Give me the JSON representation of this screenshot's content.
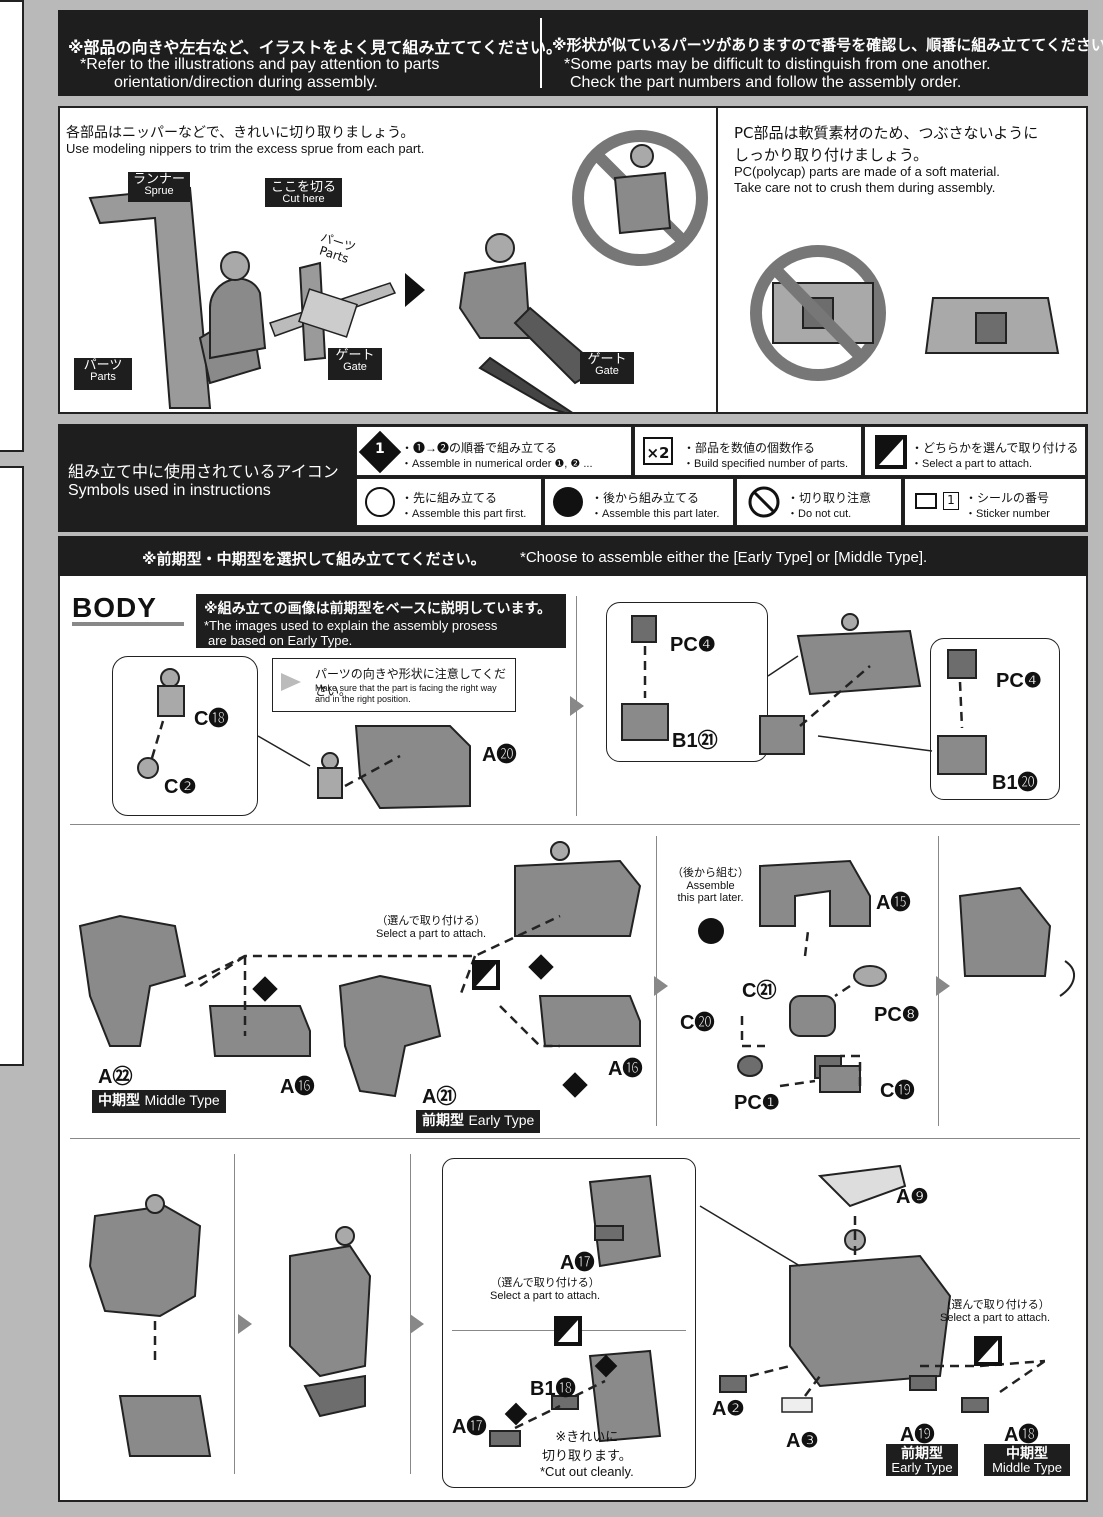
{
  "header": {
    "left_jp": "※部品の向きや左右など、イラストをよく見て組み立ててください。",
    "left_en_1": "*Refer to the illustrations and pay attention to parts",
    "left_en_2": "orientation/direction during assembly.",
    "right_jp": "※形状が似ているパーツがありますので番号を確認し、順番に組み立ててください。",
    "right_en_1": "*Some parts may be difficult to distinguish from one another.",
    "right_en_2": "Check the part numbers and follow the assembly order."
  },
  "nippers": {
    "jp": "各部品はニッパーなどで、きれいに切り取りましょう。",
    "en": "Use modeling nippers to trim the excess sprue from each part.",
    "runner_jp": "ランナー",
    "runner_en": "Sprue",
    "cut_jp": "ここを切る",
    "cut_en": "Cut here",
    "parts_jp": "パーツ",
    "parts_en": "Parts",
    "gate_jp": "ゲート",
    "gate_en": "Gate",
    "parts2_jp": "パーツ",
    "parts2_en": "Parts",
    "gate2_jp": "ゲート",
    "gate2_en": "Gate"
  },
  "pc_note": {
    "jp_1": "PC部品は軟質素材のため、つぶさないように",
    "jp_2": "しっかり取り付けましょう。",
    "en_1": "PC(polycap) parts are made of a soft material.",
    "en_2": "Take care not to crush them during assembly."
  },
  "symbols": {
    "title_jp": "組み立て中に使用されているアイコン",
    "title_en": "Symbols used in instructions",
    "s1_jp": "・❶→❷の順番で組み立てる",
    "s1_en": "・Assemble in numerical order ❶, ❷ ...",
    "s2_icon": "×2",
    "s2_jp": "・部品を数値の個数作る",
    "s2_en": "・Build specified number of parts.",
    "s3_jp": "・どちらかを選んで取り付ける",
    "s3_en": "・Select a part to attach.",
    "s4_jp": "・先に組み立てる",
    "s4_en": "・Assemble this part first.",
    "s5_jp": "・後から組み立てる",
    "s5_en": "・Assemble this part later.",
    "s6_jp": "・切り取り注意",
    "s6_en": "・Do not cut.",
    "s7_num": "1",
    "s7_jp": "・シールの番号",
    "s7_en": "・Sticker number"
  },
  "choose": {
    "jp": "※前期型・中期型を選択して組み立ててください。",
    "en": "*Choose to assemble either the [Early Type] or [Middle Type]."
  },
  "body": {
    "title": "BODY",
    "note_jp": "※組み立ての画像は前期型をベースに説明しています。",
    "note_en_1": "*The images used to explain the assembly prosess",
    "note_en_2": "are based on Early Type.",
    "orient_jp": "パーツの向きや形状に注意してください。",
    "orient_en_1": "Make sure that the part is facing the right way",
    "orient_en_2": "and in the right position."
  },
  "labels": {
    "c18": "C⓲",
    "c2": "C❷",
    "a20": "A⓴",
    "pc4_a": "PC❹",
    "b121": "B1㉑",
    "pc4_b": "PC❹",
    "b120": "B1⓴",
    "a22": "A㉒",
    "a16_a": "A⓰",
    "a21": "A㉑",
    "a16_b": "A⓰",
    "a15": "A⓯",
    "c21": "C㉑",
    "c20": "C⓴",
    "pc8": "PC❽",
    "c19": "C⓳",
    "pc1": "PC❶",
    "a17_a": "A⓱",
    "b118": "B1⓲",
    "a17_b": "A⓱",
    "a9": "A❾",
    "a2": "A❷",
    "a3": "A❸",
    "a19": "A⓳",
    "a18": "A⓲"
  },
  "types": {
    "middle_jp": "中期型",
    "middle_en": "Middle Type",
    "early_jp": "前期型",
    "early_en": "Early Type",
    "early2_jp": "前期型",
    "early2_en": "Early Type",
    "middle2_jp": "中期型",
    "middle2_en": "Middle Type"
  },
  "notes": {
    "select_jp": "（選んで取り付ける）",
    "select_en": "Select a part to attach.",
    "later_jp": "（後から組む）",
    "later_en_1": "Assemble",
    "later_en_2": "this part later.",
    "select2_jp": "（選んで取り付ける）",
    "select2_en": "Select a part to attach.",
    "select3_jp": "（選んで取り付ける）",
    "select3_en": "Select a part to attach.",
    "clean_jp_1": "※きれいに",
    "clean_jp_2": "切り取ります。",
    "clean_en": "*Cut out cleanly."
  },
  "steps": {
    "one": "❶",
    "two": "❷"
  }
}
